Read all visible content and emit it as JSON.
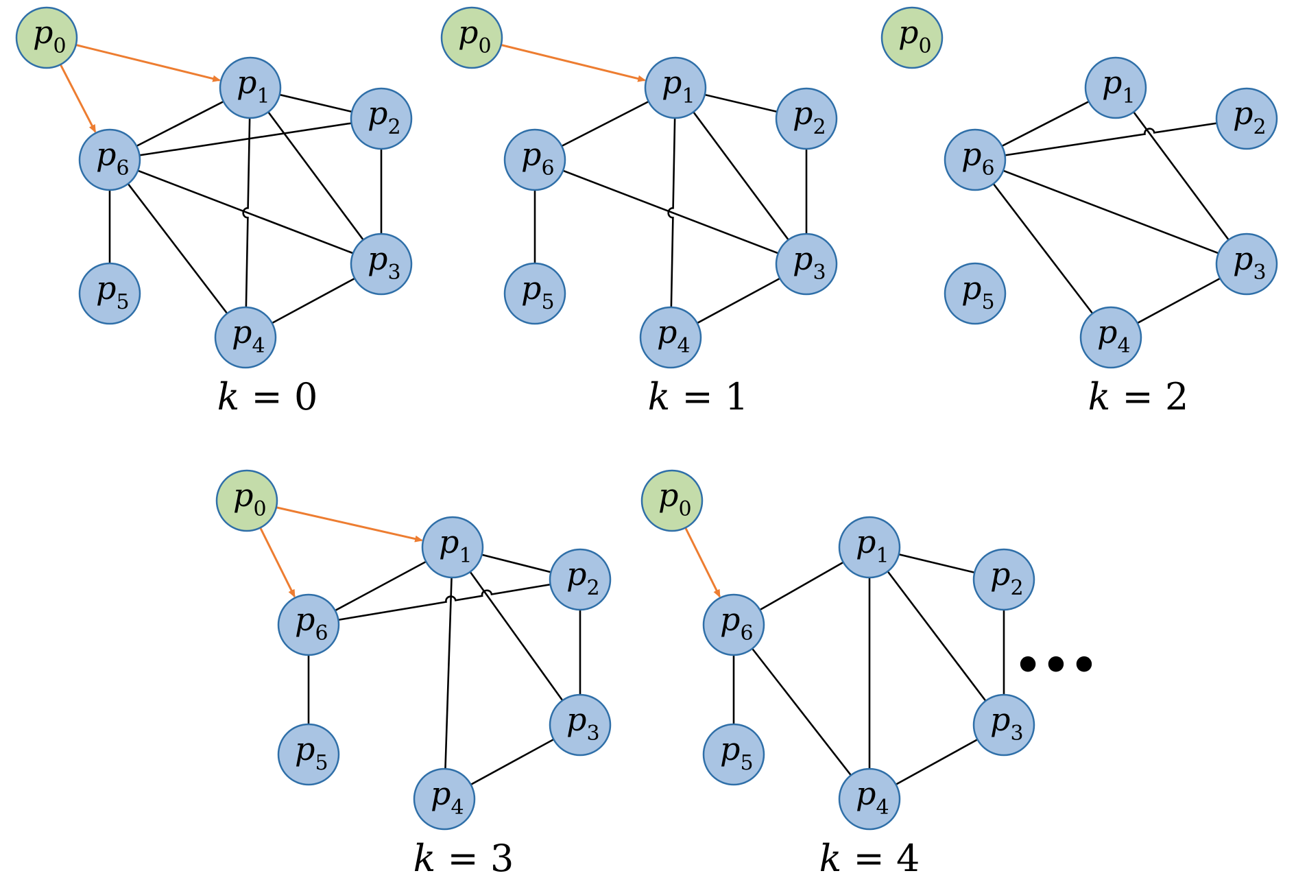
{
  "node_label_letter": "p",
  "colors": {
    "source_fill": "#c4dcaa",
    "source_stroke": "#2f6fa8",
    "node_fill": "#a9c4e3",
    "node_stroke": "#2f6fa8",
    "edge": "#000000",
    "arrow": "#ed7d31"
  },
  "panels": [
    {
      "id": "k0",
      "caption": {
        "var": "k",
        "eq": "=",
        "val": "0"
      },
      "edges": [
        [
          "1",
          "6"
        ],
        [
          "1",
          "2"
        ],
        [
          "1",
          "4"
        ],
        [
          "1",
          "3"
        ],
        [
          "6",
          "2"
        ],
        [
          "6",
          "3"
        ],
        [
          "6",
          "5"
        ],
        [
          "6",
          "4"
        ],
        [
          "2",
          "3"
        ],
        [
          "3",
          "4"
        ]
      ],
      "arrows": [
        [
          "0",
          "1"
        ],
        [
          "0",
          "6"
        ]
      ],
      "hops": [
        [
          1,
          2,
          6,
          2
        ],
        [
          1,
          2,
          1,
          3
        ],
        [
          1,
          4,
          6,
          3
        ]
      ]
    },
    {
      "id": "k1",
      "caption": {
        "var": "k",
        "eq": "=",
        "val": "1"
      },
      "edges": [
        [
          "1",
          "6"
        ],
        [
          "1",
          "2"
        ],
        [
          "1",
          "4"
        ],
        [
          "1",
          "3"
        ],
        [
          "6",
          "3"
        ],
        [
          "6",
          "5"
        ],
        [
          "2",
          "3"
        ],
        [
          "3",
          "4"
        ]
      ],
      "arrows": [
        [
          "0",
          "1"
        ]
      ],
      "hops": [
        [
          1,
          4,
          6,
          3
        ]
      ]
    },
    {
      "id": "k2",
      "caption": {
        "var": "k",
        "eq": "=",
        "val": "2"
      },
      "edges": [
        [
          "1",
          "6"
        ],
        [
          "1",
          "3"
        ],
        [
          "6",
          "2"
        ],
        [
          "6",
          "3"
        ],
        [
          "6",
          "4"
        ],
        [
          "3",
          "4"
        ]
      ],
      "arrows": [],
      "hops": [
        [
          6,
          2,
          1,
          3
        ]
      ]
    },
    {
      "id": "k3",
      "caption": {
        "var": "k",
        "eq": "=",
        "val": "3"
      },
      "edges": [
        [
          "1",
          "6"
        ],
        [
          "1",
          "2"
        ],
        [
          "1",
          "4"
        ],
        [
          "1",
          "3"
        ],
        [
          "6",
          "2"
        ],
        [
          "6",
          "5"
        ],
        [
          "2",
          "3"
        ],
        [
          "3",
          "4"
        ]
      ],
      "arrows": [
        [
          "0",
          "1"
        ],
        [
          "0",
          "6"
        ]
      ],
      "hops": [
        [
          6,
          2,
          1,
          4
        ],
        [
          6,
          2,
          1,
          3
        ]
      ]
    },
    {
      "id": "k4",
      "caption": {
        "var": "k",
        "eq": "=",
        "val": "4"
      },
      "edges": [
        [
          "1",
          "6"
        ],
        [
          "1",
          "2"
        ],
        [
          "1",
          "4"
        ],
        [
          "1",
          "3"
        ],
        [
          "6",
          "5"
        ],
        [
          "6",
          "4"
        ],
        [
          "2",
          "3"
        ],
        [
          "3",
          "4"
        ]
      ],
      "arrows": [
        [
          "0",
          "6"
        ]
      ],
      "hops": [],
      "ellipsis": "•••"
    }
  ]
}
